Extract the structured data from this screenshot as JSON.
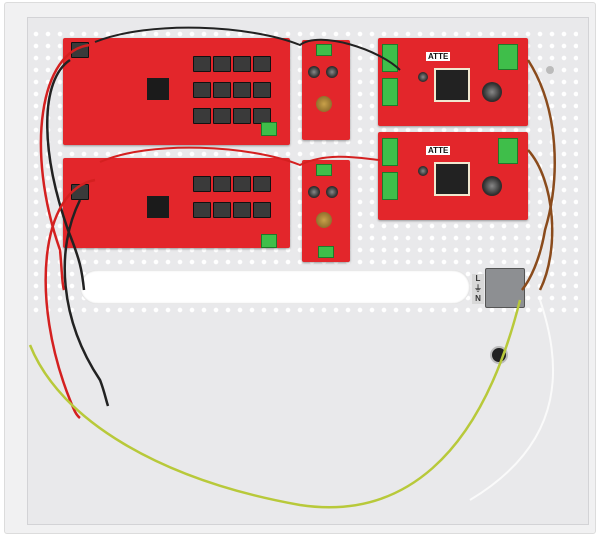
{
  "psu_boards": [
    {
      "brand": "ATTE"
    },
    {
      "brand": "ATTE"
    }
  ],
  "terminal": {
    "labels": [
      "L",
      "⏚",
      "N"
    ]
  },
  "colors": {
    "board": "#e3262b",
    "enclosure": "#f1f1f2",
    "wire_red": "#d42020",
    "wire_black": "#222222",
    "wire_brown": "#8a4b1c",
    "wire_earth": "#b8c93a"
  }
}
